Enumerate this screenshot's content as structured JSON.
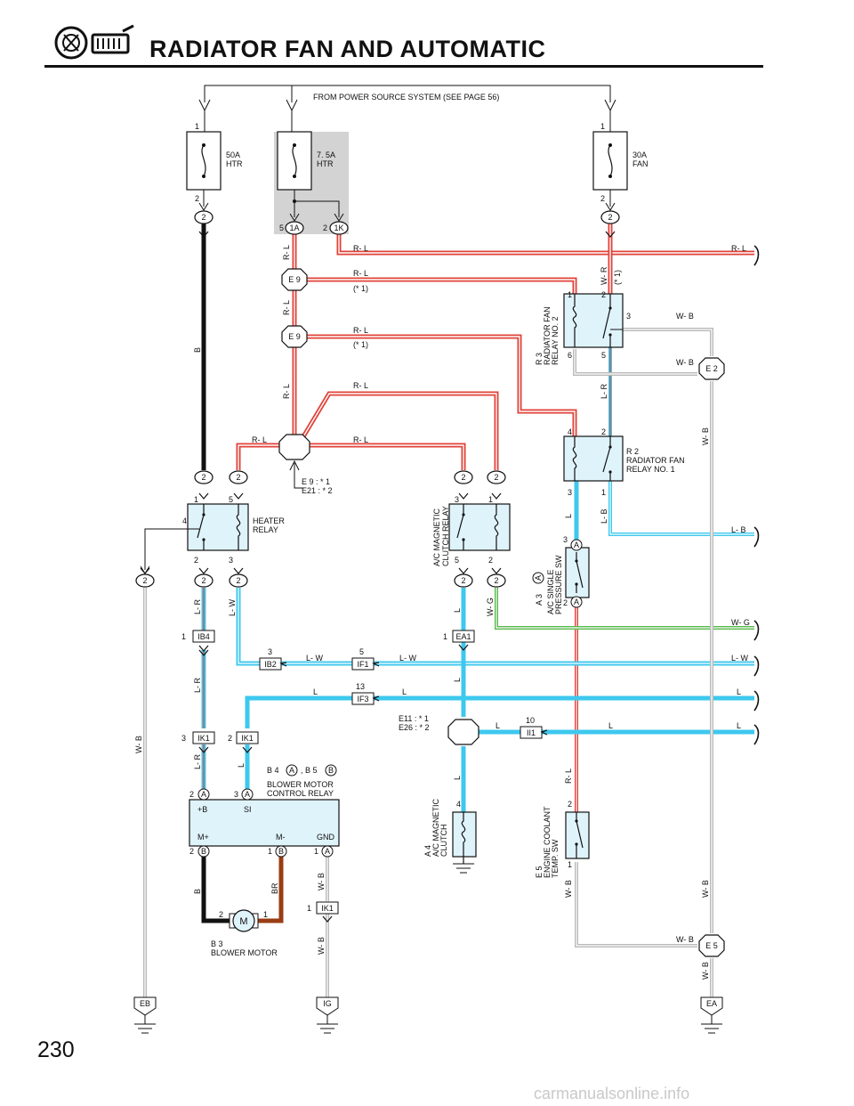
{
  "page": {
    "title": "RADIATOR FAN AND AUTOMATIC",
    "page_number": "230",
    "watermark": "carmanualsonline.info",
    "header_icon": "ac-fan-icon"
  },
  "source": {
    "text": "FROM POWER SOURCE SYSTEM (SEE PAGE 56)"
  },
  "fuses": {
    "htr50": {
      "line1": "50A",
      "line2": "HTR",
      "pin_top": "1",
      "pin_bottom": "2"
    },
    "htr75": {
      "line1": "7. 5A",
      "line2": "HTR"
    },
    "fan30": {
      "line1": "30A",
      "line2": "FAN",
      "pin_top": "1",
      "pin_bottom": "2"
    }
  },
  "connectors": {
    "c1A": "1A",
    "c1K": "1K",
    "p5": "5",
    "p2": "2",
    "two": "2",
    "E9": "E 9",
    "E2": "E 2",
    "E5": "E 5",
    "IB4": "IB4",
    "IB2": "IB2",
    "IF1": "IF1",
    "IF3": "IF3",
    "EA1": "EA1",
    "II1": "II1",
    "IK1": "IK1",
    "A": "A",
    "B": "B",
    "n1": "1",
    "n3": "3",
    "n5": "5",
    "n13": "13",
    "n10": "10",
    "n2": "2",
    "n4": "4",
    "n6": "6"
  },
  "wire_labels": {
    "RL": "R- L",
    "B": "B",
    "LR": "L- R",
    "LW": "L- W",
    "L": "L",
    "WG": "W- G",
    "LB": "L- B",
    "WB": "W- B",
    "WR": "W- R",
    "BR": "BR",
    "star1": "(* 1)"
  },
  "junctions": {
    "e9_note1": "E 9 : * 1",
    "e9_note2": "E21 : * 2",
    "e11_note1": "E11 : * 1",
    "e11_note2": "E26 : * 2"
  },
  "components": {
    "heater_relay": {
      "line1": "HEATER",
      "line2": "RELAY"
    },
    "ac_clutch_relay": {
      "line1": "A/C MAGNETIC",
      "line2": "CLUTCH RELAY"
    },
    "r3": {
      "code": "R 3",
      "line1": "RADIATOR FAN",
      "line2": "RELAY NO. 2"
    },
    "r2": {
      "code": "R 2",
      "line1": "RADIATOR FAN",
      "line2": "RELAY NO. 1"
    },
    "a3": {
      "code": "A 3",
      "line1": "A/C SINGLE",
      "line2": "PRESSURE SW"
    },
    "blower_relay": {
      "code1": "B 4",
      "code2": ", B 5",
      "line1": "BLOWER MOTOR",
      "line2": "CONTROL RELAY",
      "t_b": "+B",
      "t_si": "SI",
      "t_mp": "M+",
      "t_mm": "M-",
      "t_gnd": "GND"
    },
    "blower_motor": {
      "code": "B 3",
      "name": "BLOWER MOTOR",
      "symbol": "M"
    },
    "a4": {
      "code": "A 4",
      "line1": "A/C MAGNETIC",
      "line2": "CLUTCH"
    },
    "e5": {
      "code": "E 5",
      "line1": "ENGINE COOLANT",
      "line2": "TEMP. SW"
    }
  },
  "grounds": {
    "EB": "EB",
    "IG": "IG",
    "EA": "EA"
  },
  "colors": {
    "red": "#e0433a",
    "cyan": "#3ec8ee",
    "black": "#111111",
    "green": "#57b84c",
    "brown": "#9a3c14",
    "gray": "#b9b9b9",
    "shade": "#d3d3d3"
  }
}
